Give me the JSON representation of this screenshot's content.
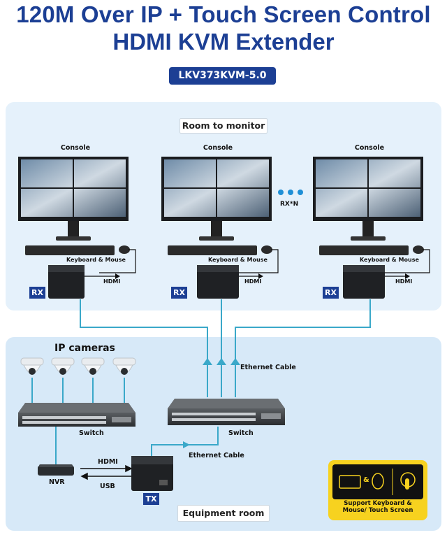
{
  "title_line1": "120M Over IP + Touch Screen Control",
  "title_line2": "HDMI KVM Extender",
  "model": "LKV373KVM-5.0",
  "top_section": "Room to monitor",
  "bottom_section": "Equipment room",
  "consoles": [
    {
      "label": "Console",
      "keyboard_mouse": "Keyboard & Mouse",
      "hdmi": "HDMI",
      "badge": "RX"
    },
    {
      "label": "Console",
      "keyboard_mouse": "Keyboard & Mouse",
      "hdmi": "HDMI",
      "badge": "RX"
    },
    {
      "label": "Console",
      "keyboard_mouse": "Keyboard & Mouse",
      "hdmi": "HDMI",
      "badge": "RX"
    }
  ],
  "rxn_label": "RX*N",
  "ip_cameras": "IP cameras",
  "ethernet_cable_1": "Ethernet Cable",
  "ethernet_cable_2": "Ethernet Cable",
  "switch_1": "Switch",
  "switch_2": "Switch",
  "nvr": "NVR",
  "nvr_hdmi": "HDMI",
  "nvr_usb": "USB",
  "tx_badge": "TX",
  "feature_text": "Support Keyboard & Mouse/ Touch Screen",
  "colors": {
    "brand": "#1c3f94",
    "cable": "#3aa8c9",
    "feature_bg": "#f7d21f"
  }
}
